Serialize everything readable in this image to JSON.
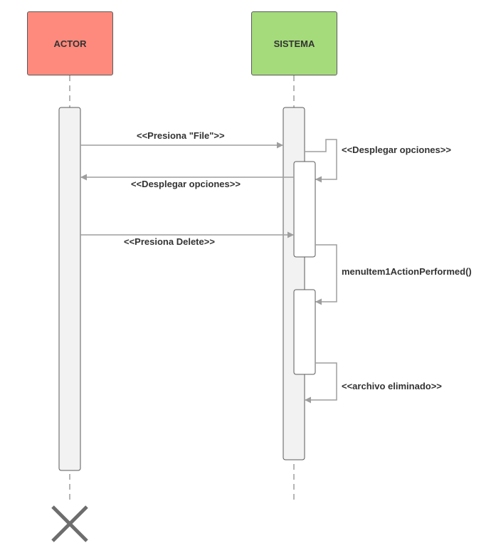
{
  "participants": {
    "actor": {
      "name": "ACTOR",
      "color": "#fe8a7d"
    },
    "system": {
      "name": "SISTEMA",
      "color": "#a5db7b"
    }
  },
  "messages": [
    {
      "from": "ACTOR",
      "to": "SISTEMA",
      "label": "<<Presiona \"File\">>"
    },
    {
      "from": "SISTEMA",
      "to": "SISTEMA",
      "label": "<<Desplegar opciones>>"
    },
    {
      "from": "SISTEMA",
      "to": "ACTOR",
      "label": "<<Desplegar opciones>>"
    },
    {
      "from": "ACTOR",
      "to": "SISTEMA",
      "label": "<<Presiona Delete>>"
    },
    {
      "from": "SISTEMA",
      "to": "SISTEMA",
      "label": "menuItem1ActionPerformed()"
    },
    {
      "from": "SISTEMA",
      "to": "SISTEMA",
      "label": "<<archivo eliminado>>"
    }
  ],
  "colors": {
    "line": "#9e9e9e",
    "activation_fill": "#f2f2f2",
    "activation_border": "#5a5a5a",
    "destroy": "#6d6d6d"
  }
}
